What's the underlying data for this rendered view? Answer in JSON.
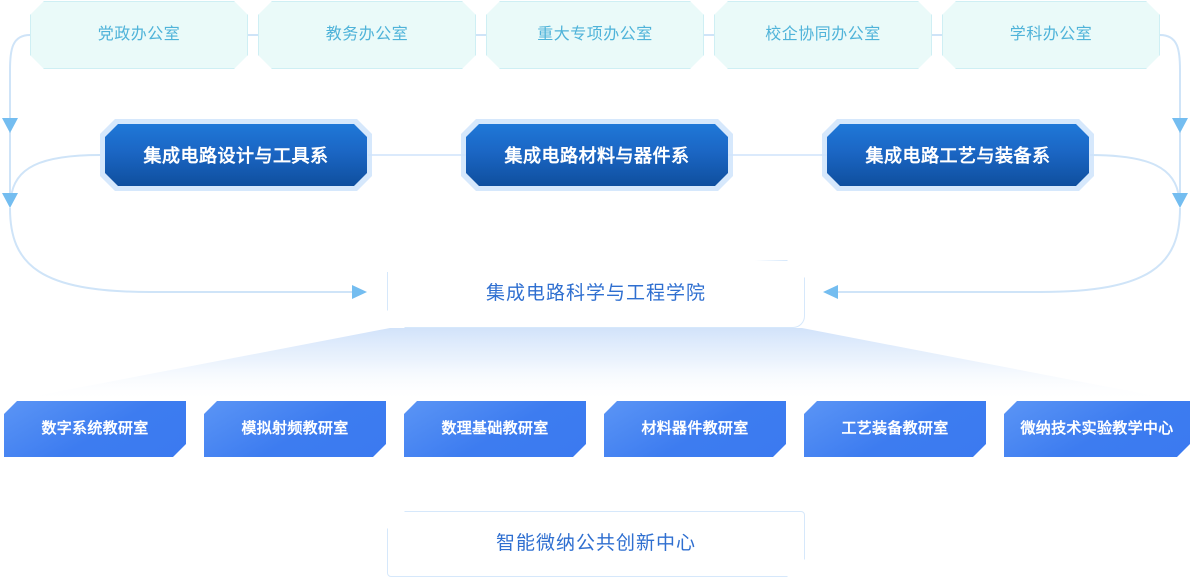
{
  "diagram": {
    "title_node": {
      "label": "集成电路科学与工程学院",
      "name": "college-node"
    },
    "offices": [
      {
        "label": "党政办公室"
      },
      {
        "label": "教务办公室"
      },
      {
        "label": "重大专项办公室"
      },
      {
        "label": "校企协同办公室"
      },
      {
        "label": "学科办公室"
      }
    ],
    "departments": [
      {
        "label": "集成电路设计与工具系"
      },
      {
        "label": "集成电路材料与器件系"
      },
      {
        "label": "集成电路工艺与装备系"
      }
    ],
    "teaching_offices": [
      {
        "label": "数字系统教研室"
      },
      {
        "label": "模拟射频教研室"
      },
      {
        "label": "数理基础教研室"
      },
      {
        "label": "材料器件教研室"
      },
      {
        "label": "工艺装备教研室"
      },
      {
        "label": "微纳技术实验教学中心"
      }
    ],
    "innovation_center": {
      "label": "智能微纳公共创新中心"
    },
    "colors": {
      "office_bg": "#eafaf9",
      "office_border": "#cfeff4",
      "office_text": "#4fb3d9",
      "dept_gradient_top": "#1f78d8",
      "dept_gradient_bottom": "#0f4f9e",
      "dept_halo": "#cfe4fb",
      "dept_text": "#ffffff",
      "college_bg": "#ffffff",
      "college_border": "#d6e8fb",
      "college_text": "#2f6fd0",
      "teach_gradient_top": "#5b95f5",
      "teach_gradient_bottom": "#3b7af0",
      "teach_text": "#ffffff",
      "wire": "#cfe4f8",
      "arrow": "#74bdf0",
      "fan": "#dbe9fb",
      "page_bg": "#ffffff"
    }
  }
}
